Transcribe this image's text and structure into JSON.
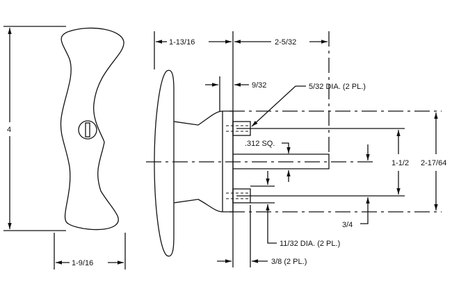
{
  "dimensions": {
    "height_total": "4",
    "width_front": "1-9/16",
    "knob_depth": "1-13/16",
    "shaft_length": "2-5/32",
    "flange_offset": "9/32",
    "stud_hole": "5/32 DIA. (2 PL.)",
    "shaft_square": ".312 SQ.",
    "stud_spacing": "1-1/2",
    "flange_height": "2-17/64",
    "half_spacing": "3/4",
    "stud_dia": "11/32 DIA. (2 PL.)",
    "stud_length": "3/8 (2 PL.)"
  }
}
